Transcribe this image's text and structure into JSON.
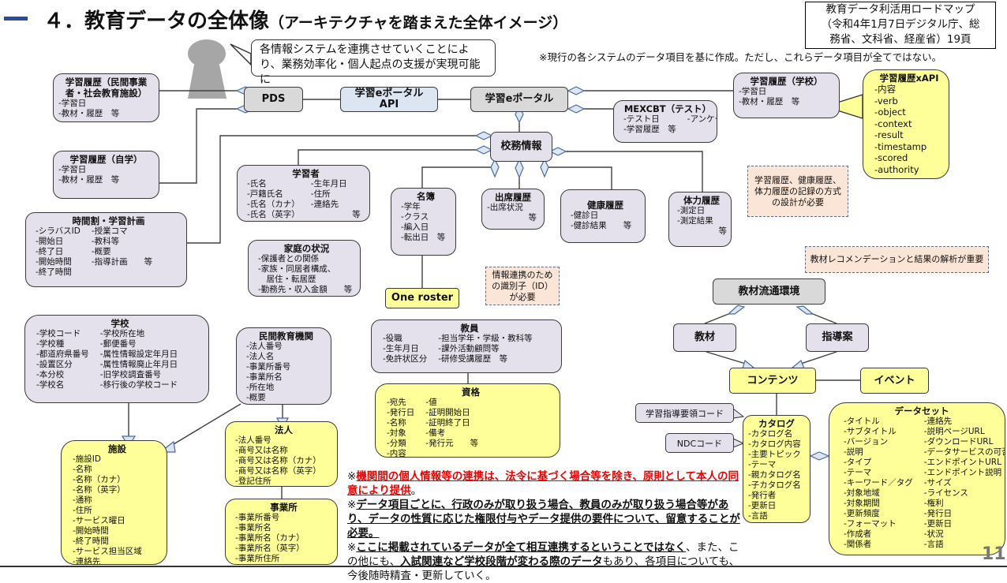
{
  "header": {
    "title": "４．教育データの全体像",
    "subtitle": "（アーキテクチャを踏まえた全体イメージ）",
    "reference": [
      "教育データ利活用ロードマップ",
      "（令和4年1月7日デジタル庁、総",
      "務省、文科省、経産省）19頁"
    ],
    "note": "※現行の各システムのデータ項目を基に作成。ただし、これらデータ項目が全てではない。"
  },
  "callout": "各情報システムを連携させていくことにより、業務効率化・個人起点の支援が実現可能に",
  "boxes": {
    "lh_private": {
      "title": "学習履歴（民間事業者・社会教育施設）",
      "cols": [
        [
          "-学習日",
          "-教材・履歴　等"
        ]
      ]
    },
    "lh_self": {
      "title": "学習履歴（自学）",
      "cols": [
        [
          "-学習日",
          "-教材・履歴　等"
        ]
      ]
    },
    "timetable": {
      "title": "時間割・学習計画",
      "cols": [
        [
          "-シラバスID",
          "-開始日",
          "-終了日",
          "-開始時間",
          "-終了時間"
        ],
        [
          "-授業コマ",
          "-教科等",
          "-概要",
          "-指導計画　　等"
        ]
      ]
    },
    "pds": {
      "title": "PDS"
    },
    "api": {
      "title": "学習eポータルAPI"
    },
    "eportal": {
      "title": "学習eポータル"
    },
    "lh_school": {
      "title": "学習履歴（学校）",
      "cols": [
        [
          "-学習日",
          "-教材・履歴　等"
        ]
      ]
    },
    "xapi": {
      "title": "学習履歴xAPI",
      "cols": [
        [
          "-内容",
          "-verb",
          "-object",
          "-context",
          "-result",
          "-timestamp",
          "-scored",
          "-authority"
        ]
      ]
    },
    "mexcbt": {
      "title": "MEXCBT（テスト）",
      "cols": [
        [
          "-テスト日",
          "-学習履歴　等"
        ],
        [
          "-アンケート"
        ]
      ]
    },
    "komu": {
      "title": "校務情報"
    },
    "learner": {
      "title": "学習者",
      "cols": [
        [
          "-氏名",
          "-戸籍氏名",
          "-氏名（カナ）",
          "-氏名（英字）"
        ],
        [
          "-生年月日",
          "-住所",
          "-連絡先",
          "　　　　　等"
        ]
      ]
    },
    "family": {
      "title": "家庭の状況",
      "cols": [
        [
          "-保護者との関係",
          "-家族・同居者構成、",
          "　居住・転居歴",
          "-勤務先・収入金額　　等"
        ]
      ]
    },
    "roster": {
      "title": "名簿",
      "cols": [
        [
          "-学年",
          "-クラス",
          "-編入日",
          "-転出日　等"
        ]
      ]
    },
    "attend": {
      "title": "出席履歴",
      "cols": [
        [
          "-出席状況",
          "　　　　　等"
        ]
      ]
    },
    "health": {
      "title": "健康履歴",
      "cols": [
        [
          "-健診日",
          "-健診結果　　等"
        ]
      ]
    },
    "fitness": {
      "title": "体力履歴",
      "cols": [
        [
          "-測定日",
          "-測定結果",
          "　　　　　等"
        ]
      ]
    },
    "oneroster": {
      "title": "One roster"
    },
    "school": {
      "title": "学校",
      "cols": [
        [
          "-学校コード",
          "-学校種",
          "-都道府県番号",
          "-設置区分",
          "-本分校",
          "-学校名"
        ],
        [
          "-学校所在地",
          "-郵便番号",
          "-属性情報設定年月日",
          "-属性情報廃止年月日",
          "-旧学校調査番号",
          "-移行後の学校コード"
        ]
      ]
    },
    "private_edu": {
      "title": "民間教育機関",
      "cols": [
        [
          "-法人番号",
          "-法人名",
          "-事業所番号",
          "-事業所名",
          "-所在地",
          "-概要"
        ]
      ]
    },
    "facility": {
      "title": "施設",
      "cols": [
        [
          "-施設ID",
          "-名称",
          "-名称（カナ）",
          "-名称（英字）",
          "-通称",
          "-住所",
          "-サービス曜日",
          "-開始時間",
          "-終了時間",
          "-サービス担当区域",
          "-連絡先"
        ]
      ]
    },
    "corp": {
      "title": "法人",
      "cols": [
        [
          "-法人番号",
          "-商号又は名称",
          "-商号又は名称（カナ）",
          "-商号又は名称（英字）",
          "-登記住所"
        ]
      ]
    },
    "office": {
      "title": "事業所",
      "cols": [
        [
          "-事業所番号",
          "-事業所名",
          "-事業所名（カナ）",
          "-事業所名（英字）",
          "-事業所住所"
        ]
      ]
    },
    "teacher": {
      "title": "教員",
      "cols": [
        [
          "-役職",
          "-生年月日",
          "-免許状区分"
        ],
        [
          "-担当学年・学級・教科等",
          "-課外活動顧問等",
          "-研修受講履歴　等"
        ]
      ]
    },
    "qualification": {
      "title": "資格",
      "cols": [
        [
          "-宛先",
          "-発行日",
          "-名称",
          "-対象",
          "-分類",
          "-内容"
        ],
        [
          "-値",
          "-証明開始日",
          "-証明終了日",
          "-備考",
          "-発行元　　等"
        ]
      ]
    },
    "distribution": {
      "title": "教材流通環境"
    },
    "material": {
      "title": "教材"
    },
    "plan": {
      "title": "指導案"
    },
    "contents": {
      "title": "コンテンツ"
    },
    "event": {
      "title": "イベント"
    },
    "catalog": {
      "title": "カタログ",
      "cols": [
        [
          "-カタログ名",
          "-カタログ内容",
          "-主要トピック",
          "-テーマ",
          "-親カタログ名",
          "-子カタログ名",
          "-発行者",
          "-更新日",
          "-言語"
        ]
      ]
    },
    "dataset": {
      "title": "データセット",
      "cols": [
        [
          "-タイトル",
          "-サブタイトル",
          "-バージョン",
          "-説明",
          "-タイプ",
          "-テーマ",
          "-キーワード／タグ",
          "-対象地域",
          "-対象期間",
          "-更新頻度",
          "-フォーマット",
          "-作成者",
          "-関係者"
        ],
        [
          "-連絡先",
          "-説明ページURL",
          "-ダウンロードURL",
          "-データサービスの可否",
          "-エンドポイントURL",
          "-エンドポイント説明",
          "-サイズ",
          "-ライセンス",
          "-権利",
          "-発行日",
          "-更新日",
          "-状況",
          "-言語"
        ]
      ]
    }
  },
  "tags": {
    "curriculum_code": "学習指導要領コード",
    "ndc_code": "NDCコード"
  },
  "notes": {
    "id_note": "情報連携のための識別子（ID）が必要",
    "record_note": "学習履歴、健康履歴、体力履歴の記録の方式の設計が必要",
    "recommend_note": "教材レコメンデーションと結果の解析が重要"
  },
  "footnotes": [
    [
      {
        "s": "plain",
        "t": "※"
      },
      {
        "s": "red",
        "t": "機関間の個人情報等の連携は、法令に基づく場合等を除き、原則として本人の同意により提供"
      },
      {
        "s": "plain",
        "t": "。"
      }
    ],
    [
      {
        "s": "plain",
        "t": "※"
      },
      {
        "s": "bu",
        "t": "データ項目ごとに、行政のみが取り扱う場合、教員のみが取り扱う場合等があり、データの性質に応じた権限付与やデータ提供の要件について、留意することが必要。"
      }
    ],
    [
      {
        "s": "plain",
        "t": "※"
      },
      {
        "s": "bu",
        "t": "ここに掲載されているデータが全て相互連携するということではなく"
      },
      {
        "s": "plain",
        "t": "、また、この他にも、"
      },
      {
        "s": "bu",
        "t": "入試関連など学校段階が変わる際のデータ"
      },
      {
        "s": "plain",
        "t": "もあり、各項目についても、今後随時精査・更新していく。"
      }
    ]
  ],
  "page_number": "11",
  "colors": {
    "box": "#e4e0ec",
    "yellow": "#ffff99",
    "gray": "#d9d9d9",
    "blue": "#dce6f2",
    "note": "#fbe5d6",
    "red": "#ee0000"
  }
}
